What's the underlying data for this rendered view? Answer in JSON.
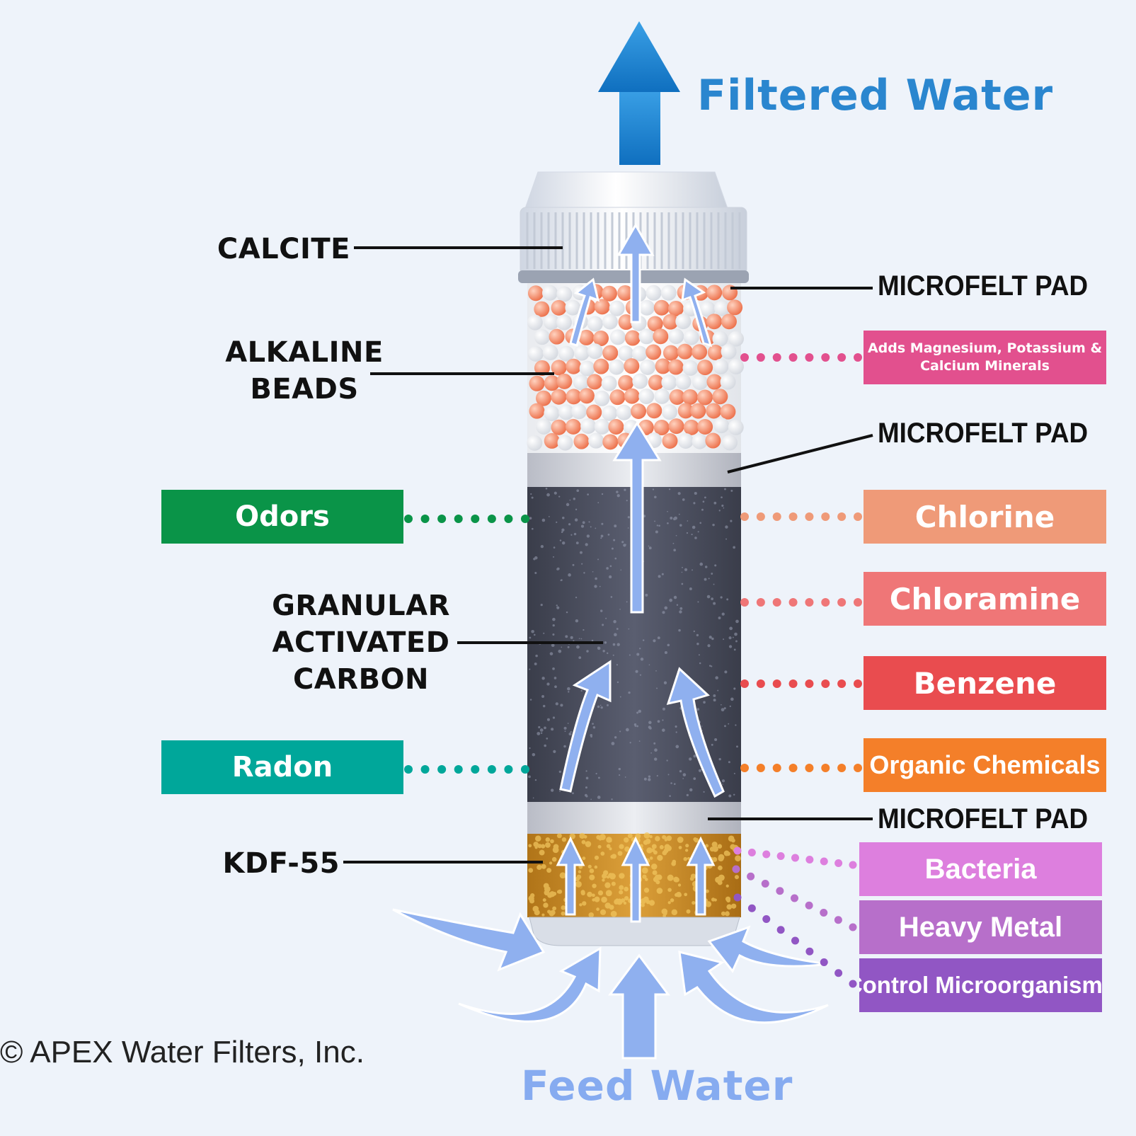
{
  "titles": {
    "output": "Filtered Water",
    "input": "Feed Water"
  },
  "copyright": "© APEX Water Filters, Inc.",
  "layers_left": {
    "calcite": "CALCITE",
    "alkaline_line1": "ALKALINE",
    "alkaline_line2": "BEADS",
    "gac_line1": "GRANULAR",
    "gac_line2": "ACTIVATED",
    "gac_line3": "CARBON",
    "kdf": "KDF-55"
  },
  "layers_right": {
    "microfelt_top": "MICROFELT PAD",
    "microfelt_middle": "MICROFELT PAD",
    "microfelt_bottom": "MICROFELT PAD"
  },
  "contaminants": {
    "odors": {
      "label": "Odors",
      "color": "#0a9448"
    },
    "radon": {
      "label": "Radon",
      "color": "#00a79a"
    },
    "minerals": {
      "label_line1": "Adds Magnesium, Potassium &",
      "label_line2": "Calcium Minerals",
      "color": "#e2508e"
    },
    "chlorine": {
      "label": "Chlorine",
      "color": "#ef9a78"
    },
    "chloramine": {
      "label": "Chloramine",
      "color": "#ef7677"
    },
    "benzene": {
      "label": "Benzene",
      "color": "#e94c4f"
    },
    "organic": {
      "label": "Organic Chemicals",
      "color": "#f47f29"
    },
    "bacteria": {
      "label": "Bacteria",
      "color": "#dd7fde"
    },
    "heavy_metal": {
      "label": "Heavy Metal",
      "color": "#b76fca"
    },
    "microorganisms": {
      "label": "Control Microorganisms",
      "color": "#9156c4"
    }
  },
  "icons": {
    "output_arrow": "arrow-up-icon",
    "flow_arrows": "flow-arrow-icon"
  }
}
